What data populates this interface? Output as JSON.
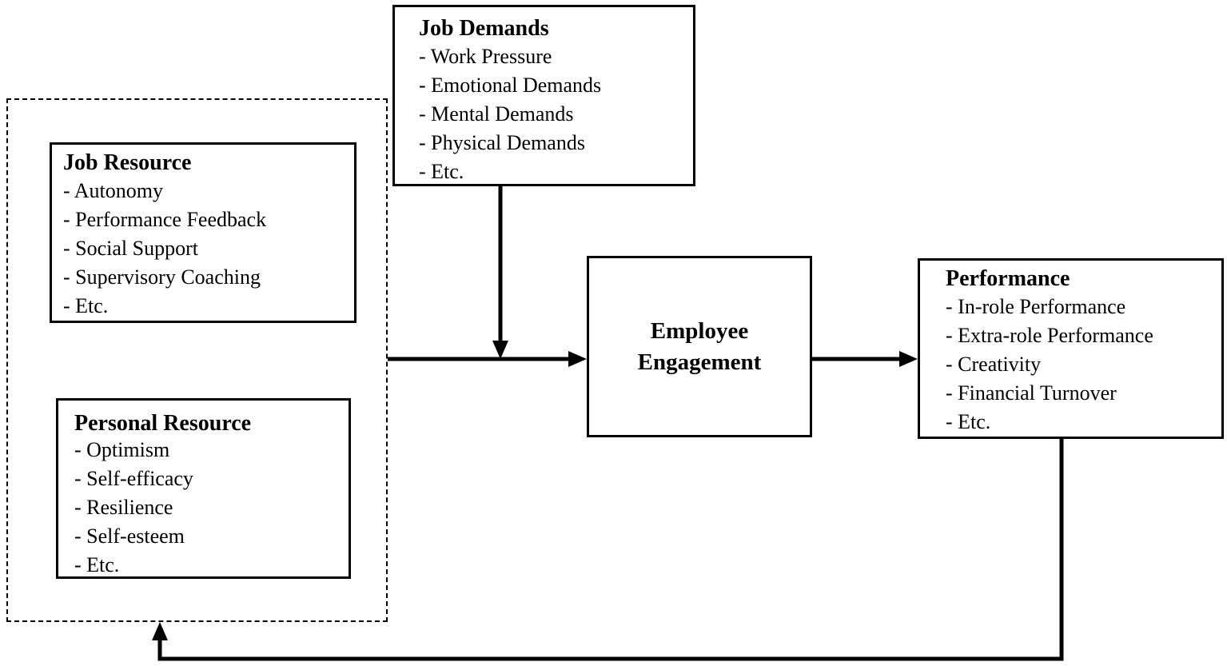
{
  "job_demands": {
    "title": "Job Demands",
    "items": [
      "- Work Pressure",
      "- Emotional Demands",
      "- Mental Demands",
      "- Physical Demands",
      "- Etc."
    ]
  },
  "job_resource": {
    "title": "Job Resource",
    "items": [
      "- Autonomy",
      "- Performance Feedback",
      "- Social Support",
      "- Supervisory Coaching",
      "- Etc."
    ]
  },
  "personal_resource": {
    "title": "Personal Resource",
    "items": [
      "- Optimism",
      "- Self-efficacy",
      "- Resilience",
      "- Self-esteem",
      "- Etc."
    ]
  },
  "engagement": {
    "label": "Employee Engagement"
  },
  "performance": {
    "title": "Performance",
    "items": [
      "- In-role Performance",
      "- Extra-role Performance",
      "- Creativity",
      "- Financial Turnover",
      "- Etc."
    ]
  },
  "connectors": [
    {
      "from": "resources-group",
      "to": "employee-engagement"
    },
    {
      "from": "job-demands",
      "to": "resources-to-engagement-arrow"
    },
    {
      "from": "employee-engagement",
      "to": "performance"
    },
    {
      "from": "performance",
      "to": "resources-group"
    }
  ]
}
